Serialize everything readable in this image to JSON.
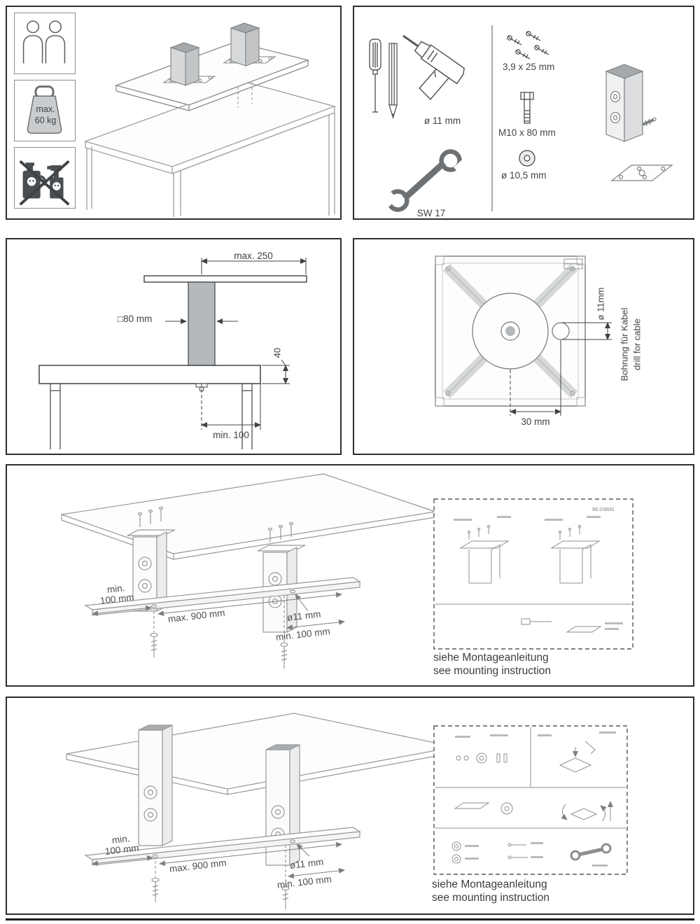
{
  "panel_warnings": {
    "weight_line1": "max.",
    "weight_line2": "60 kg"
  },
  "panel_tools": {
    "drill_diameter": "ø 11 mm",
    "wrench_size": "SW 17",
    "screws_size": "3,9 x 25 mm",
    "bolt_size": "M10 x 80 mm",
    "washer_size": "ø 10,5 mm"
  },
  "panel_side_view": {
    "dim_max_width": "max. 250",
    "dim_column": "□80 mm",
    "dim_thickness": "40",
    "dim_min_edge": "min. 100"
  },
  "panel_top_view": {
    "dim_offset": "30 mm",
    "dim_hole": "ø 11mm",
    "cable_note_de": "Bohrung für Kabel",
    "cable_note_en": "drill for cable"
  },
  "panel_mount_down": {
    "dim_min_left_1": "min.",
    "dim_min_left_2": "100 mm",
    "dim_max_length": "max. 900 mm",
    "dim_hole": "ø11 mm",
    "dim_min_right": "min. 100 mm",
    "inset_code": "96.03800",
    "note_de": "siehe Montageanleitung",
    "note_en": "see mounting instruction"
  },
  "panel_mount_up": {
    "dim_min_left_1": "min.",
    "dim_min_left_2": "100 mm",
    "dim_max_length": "max. 900 mm",
    "dim_hole": "ø11 mm",
    "dim_min_right": "min. 100 mm",
    "note_de": "siehe Montageanleitung",
    "note_en": "see mounting instruction"
  }
}
